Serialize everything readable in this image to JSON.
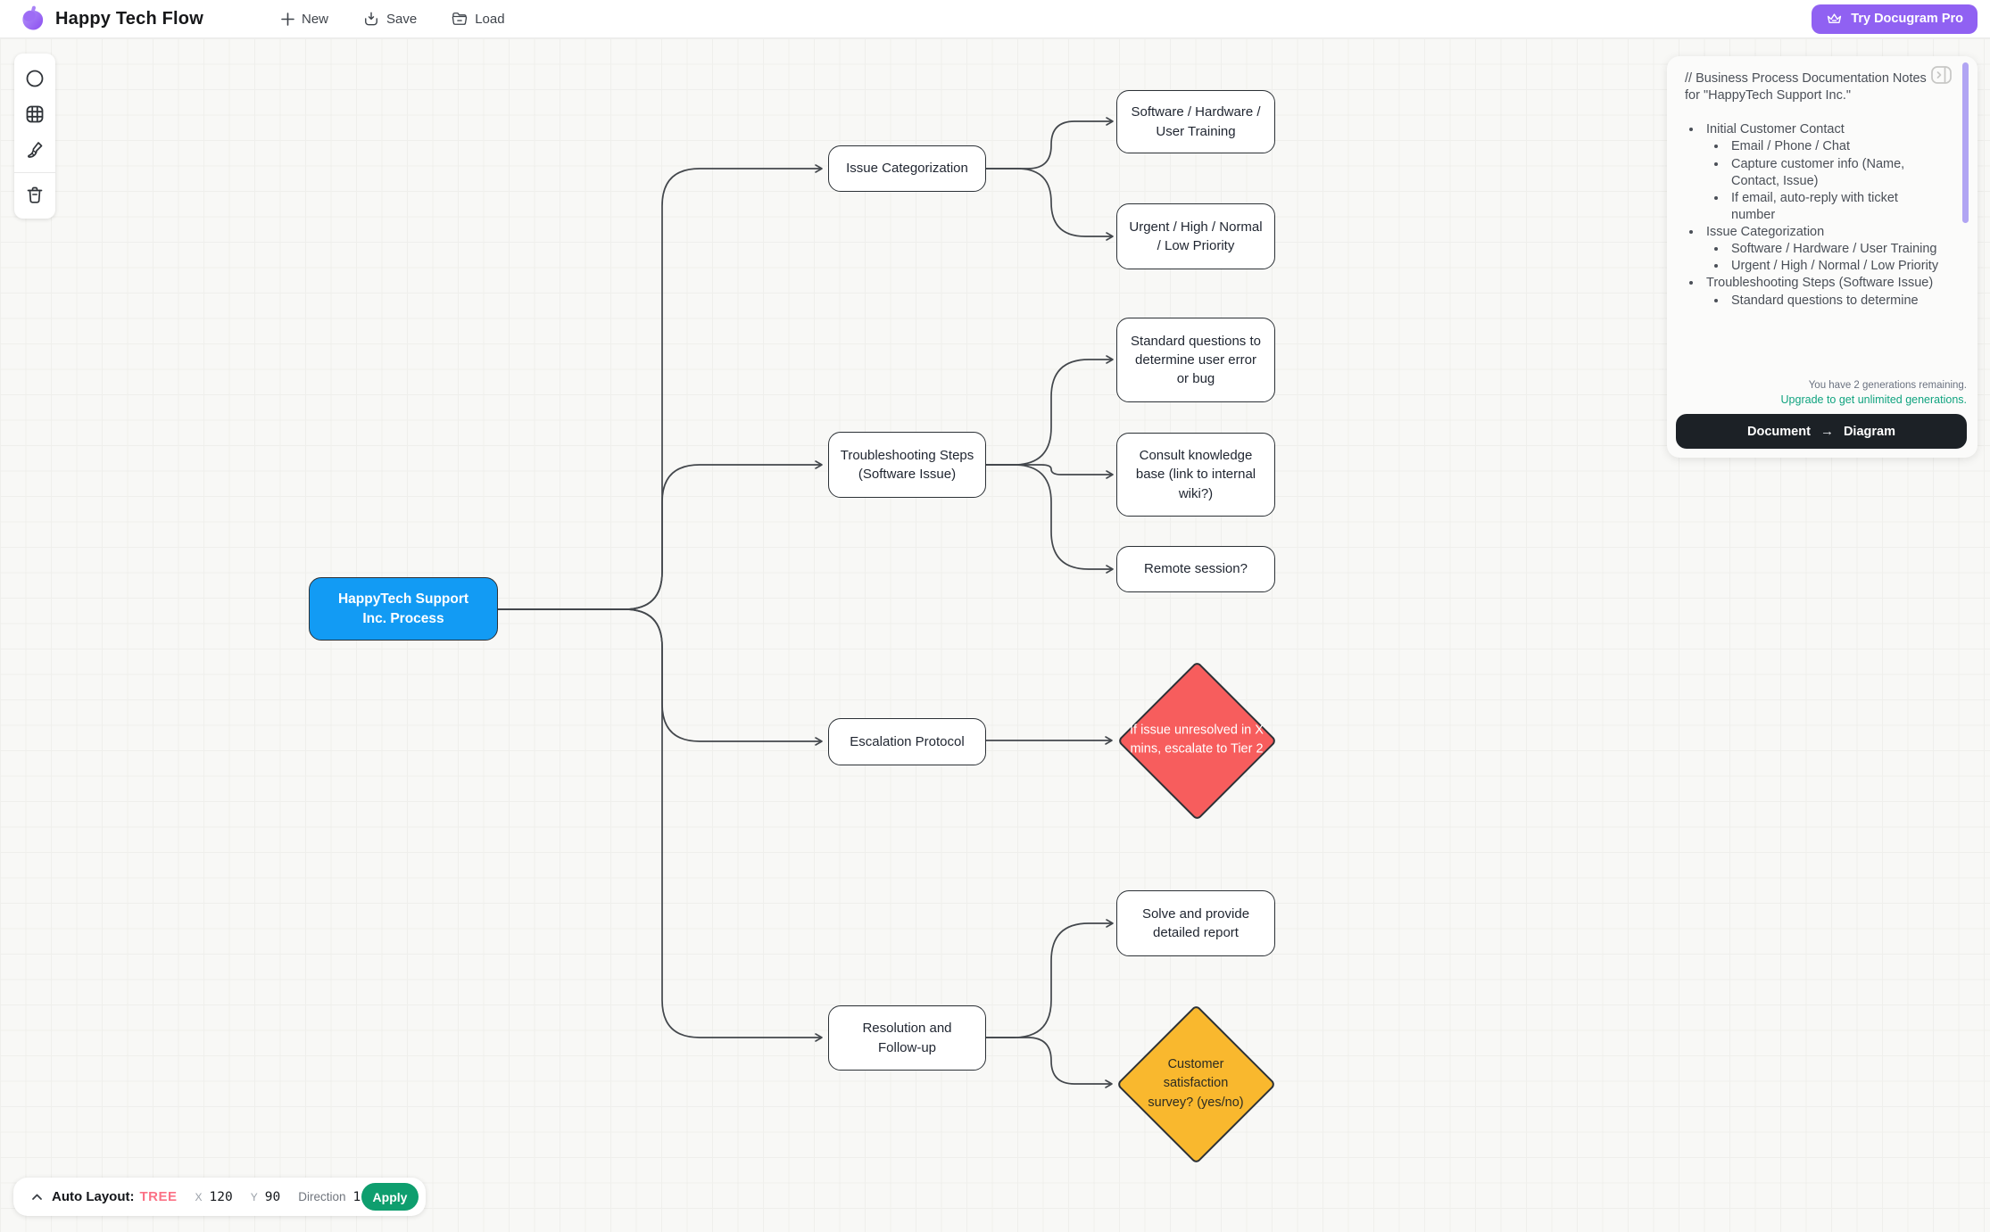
{
  "header": {
    "app_title": "Happy Tech Flow",
    "new_label": "New",
    "save_label": "Save",
    "load_label": "Load",
    "pro_button_label": "Try Docugram Pro"
  },
  "toolbar_icons": [
    "circle-shape",
    "grid-toggle",
    "brush-clean",
    "trash-delete"
  ],
  "diagram": {
    "nodes": [
      {
        "id": "root",
        "label": "HappyTech Support Inc. Process",
        "shape": "rect",
        "fill": "#129bf4"
      },
      {
        "id": "issue-categorization",
        "label": "Issue Categorization",
        "shape": "rect",
        "fill": "#ffffff"
      },
      {
        "id": "software-hardware",
        "label": "Software / Hardware / User Training",
        "shape": "rect",
        "fill": "#ffffff"
      },
      {
        "id": "priority",
        "label": "Urgent / High / Normal / Low Priority",
        "shape": "rect",
        "fill": "#ffffff"
      },
      {
        "id": "troubleshooting",
        "label": "Troubleshooting Steps (Software Issue)",
        "shape": "rect",
        "fill": "#ffffff"
      },
      {
        "id": "standard-questions",
        "label": "Standard questions to determine user error or bug",
        "shape": "rect",
        "fill": "#ffffff"
      },
      {
        "id": "consult-kb",
        "label": "Consult knowledge base (link to internal wiki?)",
        "shape": "rect",
        "fill": "#ffffff"
      },
      {
        "id": "remote-session",
        "label": "Remote session?",
        "shape": "rect",
        "fill": "#ffffff"
      },
      {
        "id": "escalation",
        "label": "Escalation Protocol",
        "shape": "rect",
        "fill": "#ffffff"
      },
      {
        "id": "escalate-tier2",
        "label": "If issue unresolved in X mins, escalate to Tier 2",
        "shape": "diamond",
        "fill": "#f75d5d"
      },
      {
        "id": "resolution",
        "label": "Resolution and Follow-up",
        "shape": "rect",
        "fill": "#ffffff"
      },
      {
        "id": "solve-report",
        "label": "Solve and provide detailed report",
        "shape": "rect",
        "fill": "#ffffff"
      },
      {
        "id": "survey",
        "label": "Customer satisfaction survey? (yes/no)",
        "shape": "diamond",
        "fill": "#f9b82e"
      }
    ],
    "edges": [
      {
        "from": "root",
        "to": "issue-categorization"
      },
      {
        "from": "issue-categorization",
        "to": "software-hardware"
      },
      {
        "from": "issue-categorization",
        "to": "priority"
      },
      {
        "from": "root",
        "to": "troubleshooting"
      },
      {
        "from": "troubleshooting",
        "to": "standard-questions"
      },
      {
        "from": "troubleshooting",
        "to": "consult-kb"
      },
      {
        "from": "troubleshooting",
        "to": "remote-session"
      },
      {
        "from": "root",
        "to": "escalation"
      },
      {
        "from": "escalation",
        "to": "escalate-tier2"
      },
      {
        "from": "root",
        "to": "resolution"
      },
      {
        "from": "resolution",
        "to": "solve-report"
      },
      {
        "from": "resolution",
        "to": "survey"
      }
    ]
  },
  "notes_panel": {
    "title": "// Business Process Documentation Notes for \"HappyTech Support Inc.\"",
    "bullets": [
      {
        "label": "Initial Customer Contact",
        "children": [
          "Email / Phone / Chat",
          "Capture customer info (Name, Contact, Issue)",
          "If email, auto-reply with ticket number"
        ]
      },
      {
        "label": "Issue Categorization",
        "children": [
          "Software / Hardware / User Training",
          "Urgent / High / Normal / Low Priority"
        ]
      },
      {
        "label": "Troubleshooting Steps (Software Issue)",
        "children": [
          "Standard questions to determine"
        ]
      }
    ],
    "generations_remaining": "You have 2 generations remaining.",
    "upgrade_link": "Upgrade to get unlimited generations.",
    "generate_button": {
      "from": "Document",
      "to": "Diagram"
    }
  },
  "layout_bar": {
    "label": "Auto Layout:",
    "mode": "TREE",
    "x_label": "X",
    "x_value": "120",
    "y_label": "Y",
    "y_value": "90",
    "direction_label": "Direction",
    "direction_value": "1",
    "apply_label": "Apply"
  },
  "colors": {
    "accent_purple": "#9061f2",
    "root_blue": "#129bf4",
    "diamond_red": "#f75d5d",
    "diamond_orange": "#f9b82e",
    "mode_pink": "#fb7185",
    "apply_green": "#0e9e6e",
    "upgrade_teal": "#10a37f",
    "scrollbar_purple": "#b1a5f3"
  }
}
